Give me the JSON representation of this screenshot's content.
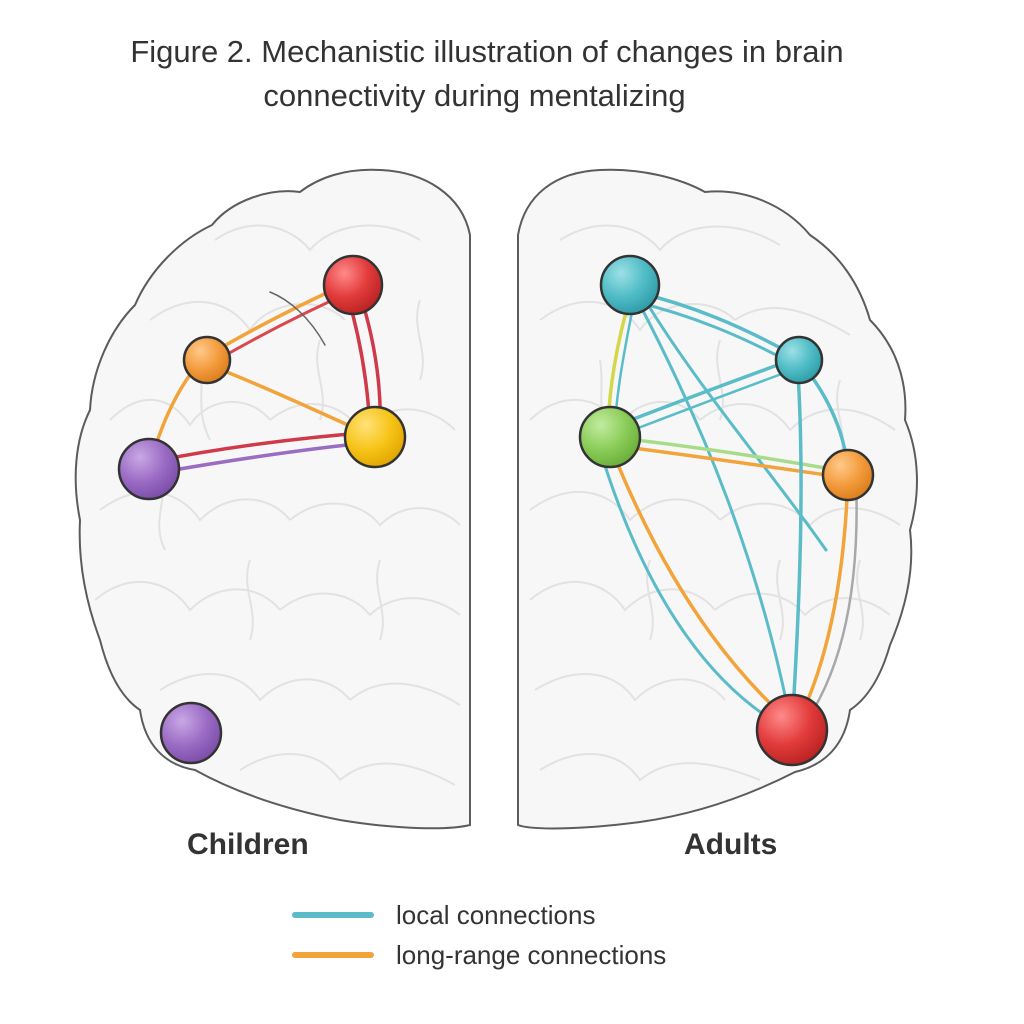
{
  "title": {
    "line1": "Figure 2. Mechanistic illustration of changes in brain",
    "line2": "connectivity during mentalizing"
  },
  "panels": {
    "left_label": "Children",
    "right_label": "Adults"
  },
  "legend": [
    {
      "label": "local connections",
      "color": "#5bbcc9"
    },
    {
      "label": "long-range connections",
      "color": "#f2a33a"
    }
  ],
  "node_colors": {
    "red": "#e23b3b",
    "orange": "#f39c3d",
    "yellow": "#f7c418",
    "purple": "#9b6cc4",
    "teal": "#4fbcc6",
    "green": "#8ccd5a"
  }
}
